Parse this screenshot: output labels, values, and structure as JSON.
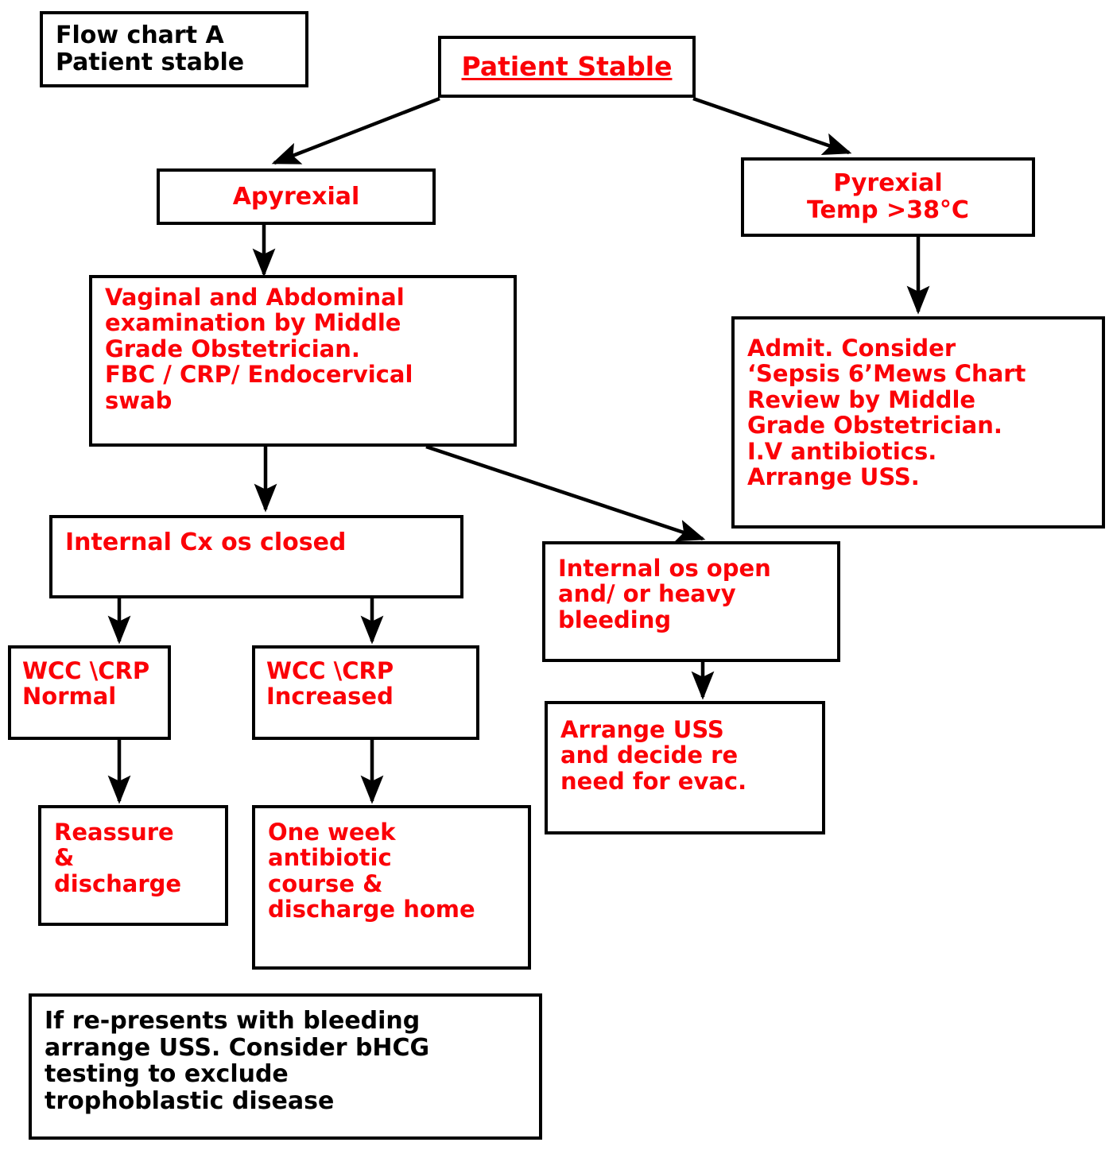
{
  "chart_data": {
    "type": "diagram",
    "title": "Flow chart A\nPatient stable",
    "diagram_kind": "flowchart",
    "colors": {
      "accent_red": "#fb0007",
      "text_black": "#000000",
      "border": "#000000",
      "background": "#ffffff"
    },
    "nodes": [
      {
        "id": "title",
        "label": "Flow chart A\nPatient stable"
      },
      {
        "id": "patient",
        "label": "Patient Stable"
      },
      {
        "id": "apyrexial",
        "label": "Apyrexial"
      },
      {
        "id": "pyrexial",
        "label": "Pyrexial\nTemp >38°C"
      },
      {
        "id": "exam",
        "label": "Vaginal and Abdominal\nexamination  by  Middle\nGrade Obstetrician.\nFBC / CRP/ Endocervical\nswab"
      },
      {
        "id": "admit",
        "label": "Admit. Consider\n‘Sepsis 6’Mews Chart\nReview by Middle\nGrade Obstetrician.\nI.V antibiotics.\nArrange USS."
      },
      {
        "id": "os-closed",
        "label": "Internal Cx os closed"
      },
      {
        "id": "os-open",
        "label": "Internal os open\nand/ or  heavy\nbleeding"
      },
      {
        "id": "wcc-normal",
        "label": "WCC \\CRP\nNormal"
      },
      {
        "id": "wcc-increased",
        "label": "WCC \\CRP\nIncreased"
      },
      {
        "id": "arrange-uss",
        "label": "Arrange USS\nand decide re\nneed for evac."
      },
      {
        "id": "reassure",
        "label": "Reassure\n&\ndischarge"
      },
      {
        "id": "antibiotic",
        "label": "One week\nantibiotic\ncourse &\ndischarge home"
      },
      {
        "id": "footnote",
        "label": "If re-presents with bleeding\narrange USS. Consider bHCG\ntesting to exclude\ntrophoblastic disease"
      }
    ],
    "edges": [
      {
        "from": "patient",
        "to": "apyrexial"
      },
      {
        "from": "patient",
        "to": "pyrexial"
      },
      {
        "from": "apyrexial",
        "to": "exam"
      },
      {
        "from": "pyrexial",
        "to": "admit"
      },
      {
        "from": "exam",
        "to": "os-closed"
      },
      {
        "from": "exam",
        "to": "os-open"
      },
      {
        "from": "os-closed",
        "to": "wcc-normal"
      },
      {
        "from": "os-closed",
        "to": "wcc-increased"
      },
      {
        "from": "os-open",
        "to": "arrange-uss"
      },
      {
        "from": "wcc-normal",
        "to": "reassure"
      },
      {
        "from": "wcc-increased",
        "to": "antibiotic"
      }
    ]
  },
  "flowchart": {
    "title_box": "Flow chart A\nPatient stable",
    "patient_stable": "Patient Stable",
    "apyrexial": "Apyrexial",
    "pyrexial": "Pyrexial\nTemp >38°C",
    "exam": "Vaginal and Abdominal\nexamination  by  Middle\nGrade Obstetrician.\nFBC / CRP/ Endocervical\nswab",
    "admit": "Admit. Consider\n‘Sepsis 6’Mews Chart\nReview by Middle\nGrade Obstetrician.\nI.V antibiotics.\nArrange USS.",
    "os_closed": "Internal Cx os closed",
    "os_open": "Internal os open\nand/ or  heavy\nbleeding",
    "wcc_normal": "WCC \\CRP\nNormal",
    "wcc_increased": "WCC \\CRP\nIncreased",
    "arrange_uss": "Arrange USS\nand decide re\nneed for evac.",
    "reassure": "Reassure\n&\ndischarge",
    "antibiotic": "One week\nantibiotic\ncourse &\ndischarge home",
    "footnote": "If re-presents with bleeding\narrange USS. Consider bHCG\ntesting to exclude\ntrophoblastic disease"
  }
}
